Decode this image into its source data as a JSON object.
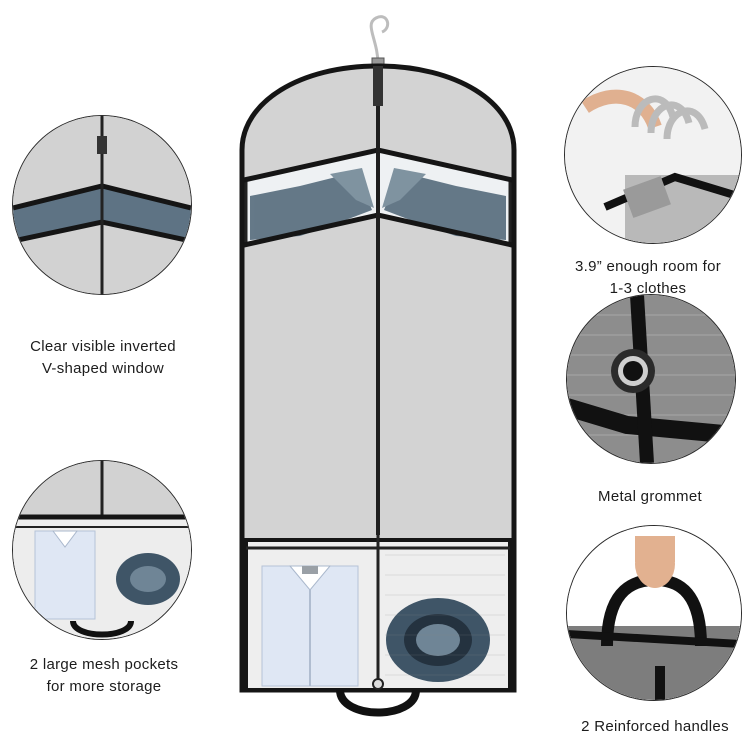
{
  "features": {
    "window": {
      "line1": "Clear visible inverted",
      "line2": "V-shaped window"
    },
    "pockets": {
      "line1": "2 large mesh pockets",
      "line2": "for more storage"
    },
    "room": {
      "line1": "3.9” enough room for",
      "line2": "1-3 clothes"
    },
    "grommet": {
      "line1": "Metal grommet"
    },
    "handles": {
      "line1": "2 Reinforced handles"
    }
  },
  "colors": {
    "bag_fabric": "#d2d2d2",
    "trim": "#151515",
    "window_shirt": "#5e7384",
    "zipper": "#2b2b2b"
  },
  "icons": [
    "hanger-icon",
    "zipper-icon",
    "grommet-icon",
    "handle-icon",
    "mesh-pocket-icon",
    "shirt-icon",
    "hat-icon"
  ]
}
